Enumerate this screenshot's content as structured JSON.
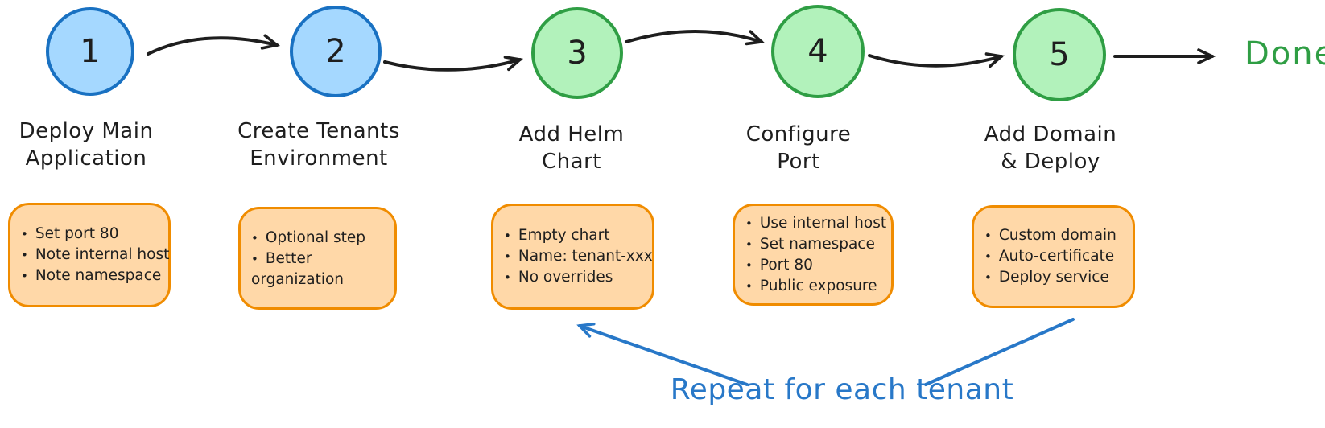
{
  "done_label": "Done",
  "annotation": {
    "text": "Repeat for each tenant"
  },
  "colors": {
    "ink": "#1e1e1e",
    "blue_fill": "#a5d8ff",
    "blue_stroke": "#1971c2",
    "green_fill": "#b2f2bb",
    "green_stroke": "#2f9e44",
    "note_fill": "#ffd8a8",
    "note_stroke": "#f08c00",
    "annotation_blue": "#2878c8",
    "done_green": "#2f9e44"
  },
  "steps": [
    {
      "number": "1",
      "color": "blue",
      "title": "Deploy Main\nApplication",
      "notes": [
        {
          "text": "Set port 80",
          "bullet": true
        },
        {
          "text": "Note internal host",
          "bullet": true
        },
        {
          "text": "Note namespace",
          "bullet": true
        }
      ]
    },
    {
      "number": "2",
      "color": "blue",
      "title": "Create Tenants\nEnvironment",
      "notes": [
        {
          "text": "Optional step",
          "bullet": true
        },
        {
          "text": "Better",
          "bullet": true
        },
        {
          "text": "organization",
          "bullet": false
        }
      ]
    },
    {
      "number": "3",
      "color": "green",
      "title": "Add Helm\nChart",
      "notes": [
        {
          "text": "Empty chart",
          "bullet": true
        },
        {
          "text": "Name: tenant-xxx",
          "bullet": true
        },
        {
          "text": "No overrides",
          "bullet": true
        }
      ]
    },
    {
      "number": "4",
      "color": "green",
      "title": "Configure\nPort",
      "notes": [
        {
          "text": "Use internal host",
          "bullet": true
        },
        {
          "text": "Set namespace",
          "bullet": true
        },
        {
          "text": "Port 80",
          "bullet": true
        },
        {
          "text": "Public exposure",
          "bullet": true
        }
      ]
    },
    {
      "number": "5",
      "color": "green",
      "title": "Add Domain\n& Deploy",
      "notes": [
        {
          "text": "Custom domain",
          "bullet": true
        },
        {
          "text": "Auto-certificate",
          "bullet": true
        },
        {
          "text": "Deploy service",
          "bullet": true
        }
      ]
    }
  ]
}
